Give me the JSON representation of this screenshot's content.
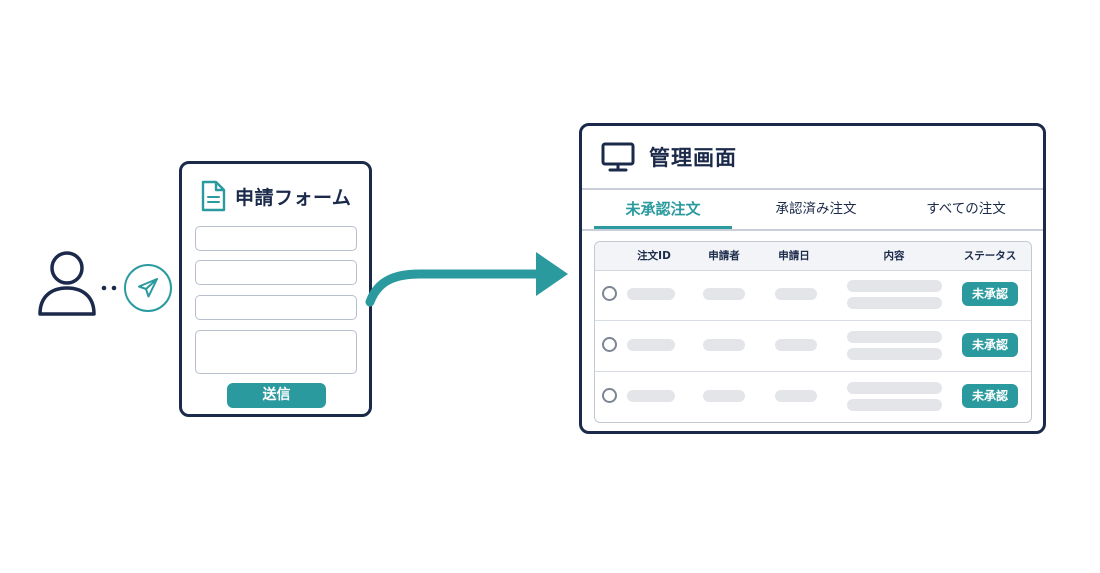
{
  "form": {
    "title": "申請フォーム",
    "submit_label": "送信"
  },
  "panel": {
    "title": "管理画面",
    "tabs": [
      {
        "label": "未承認注文",
        "active": true
      },
      {
        "label": "承認済み注文",
        "active": false
      },
      {
        "label": "すべての注文",
        "active": false
      }
    ],
    "table": {
      "columns": [
        "注文ID",
        "申請者",
        "申請日",
        "内容",
        "ステータス"
      ],
      "rows": [
        {
          "status": "未承認"
        },
        {
          "status": "未承認"
        },
        {
          "status": "未承認"
        }
      ]
    }
  },
  "icons": {
    "user": "user-icon",
    "send": "paper-plane-icon",
    "form": "document-icon",
    "panel": "monitor-icon",
    "flow": "arrow-right-icon"
  },
  "colors": {
    "accent": "#2a9a9f",
    "outline": "#1b2a4a"
  }
}
